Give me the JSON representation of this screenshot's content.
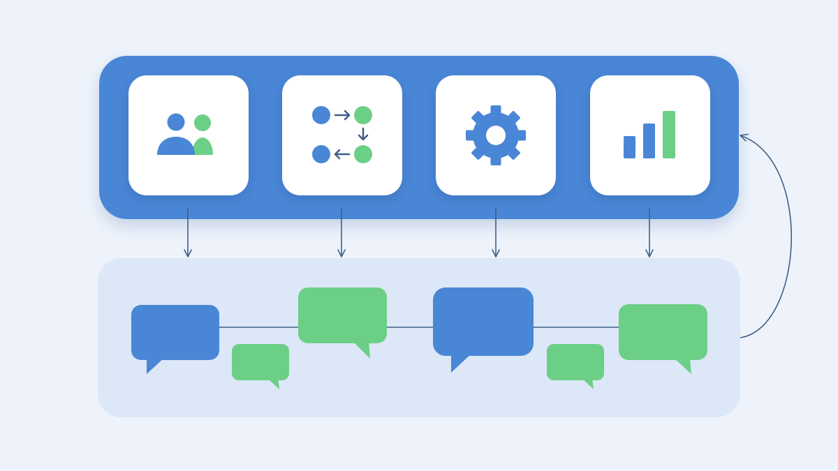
{
  "colors": {
    "background": "#eef3fb",
    "primary_blue": "#4a86d6",
    "accent_green": "#6ccf86",
    "connector": "#3f5f86",
    "lower_panel": "#dce7f7",
    "tile": "#ffffff"
  },
  "top_tiles": [
    {
      "icon": "users-icon"
    },
    {
      "icon": "workflow-icon"
    },
    {
      "icon": "gear-icon"
    },
    {
      "icon": "bar-chart-icon"
    }
  ],
  "conversation_bubbles": [
    {
      "icon": "chat-bubble-icon",
      "color": "blue",
      "size": "large"
    },
    {
      "icon": "chat-bubble-icon",
      "color": "green",
      "size": "small"
    },
    {
      "icon": "chat-bubble-icon",
      "color": "green",
      "size": "large"
    },
    {
      "icon": "chat-bubble-icon",
      "color": "blue",
      "size": "large"
    },
    {
      "icon": "chat-bubble-icon",
      "color": "green",
      "size": "small"
    },
    {
      "icon": "chat-bubble-icon",
      "color": "green",
      "size": "large"
    }
  ]
}
